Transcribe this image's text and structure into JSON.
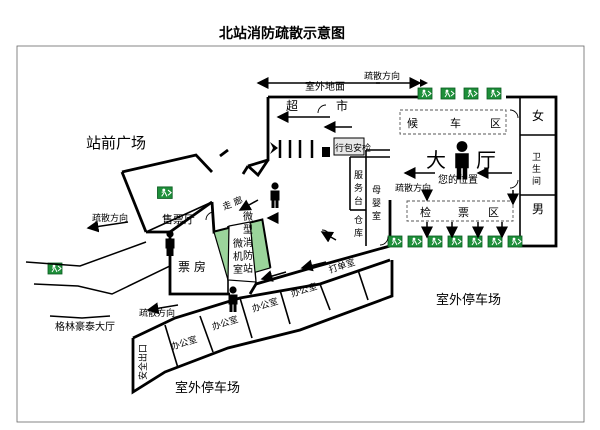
{
  "title": "北站消防疏散示意图",
  "labels": {
    "outdoor_ground": "室外地面",
    "evac_direction": "疏散方向",
    "supermarket_1": "超",
    "supermarket_2": "市",
    "woman": "女",
    "man": "男",
    "toilet_1": "卫",
    "toilet_2": "生",
    "toilet_3": "间",
    "waiting_1": "候",
    "waiting_2": "车",
    "waiting_3": "区",
    "hall_1": "大",
    "hall_2": "厅",
    "you_are_here": "您的位置",
    "check_1": "检",
    "check_2": "票",
    "check_3": "区",
    "baggage_check": "行包安检",
    "service_1": "服",
    "service_2": "务",
    "service_3": "台",
    "mother_1": "母",
    "mother_2": "婴",
    "mother_3": "室",
    "warehouse_1": "仓",
    "warehouse_2": "库",
    "station_square": "站前广场",
    "ticket_hall": "售票厅",
    "corridor": "走 廊",
    "fire_station_1": "微",
    "fire_station_2": "型",
    "fire_station_3": "消",
    "fire_station_4": "防",
    "fire_station_5": "站",
    "server_1": "微",
    "server_2": "机",
    "server_3": "室",
    "ticket_office": "票  房",
    "print_room": "打单室",
    "office": "办公室",
    "safe_exit": "安全出口",
    "outdoor_parking": "室外停车场",
    "hotel": "格林豪泰大厅"
  },
  "colors": {
    "exit_green": "#1e8f3a",
    "fire_station_fill": "#9bd49b",
    "line": "#000000"
  }
}
